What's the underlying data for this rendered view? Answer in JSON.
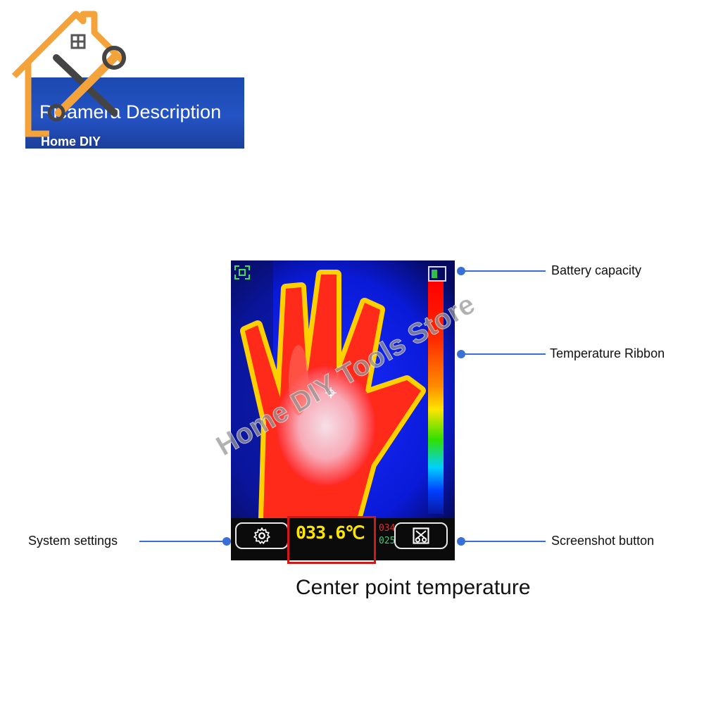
{
  "banner": {
    "title": "Ricamera Description"
  },
  "logo": {
    "text": "Home DIY"
  },
  "device": {
    "center_temperature": "033.6℃",
    "max_temperature": "034",
    "min_temperature": "025",
    "icons": {
      "settings": "gear-icon",
      "screenshot": "screenshot-icon",
      "target": "focus-target-icon",
      "battery": "battery-icon"
    }
  },
  "callouts": {
    "battery": "Battery capacity",
    "ribbon": "Temperature Ribbon",
    "settings": "System settings",
    "screenshot": "Screenshot button",
    "center": "Center point temperature"
  },
  "watermark": "Home DIY Tools Store",
  "colors": {
    "temperature_text": "#ffe600",
    "highlight_box": "#d01818",
    "callout_line": "#3a6fd8"
  }
}
